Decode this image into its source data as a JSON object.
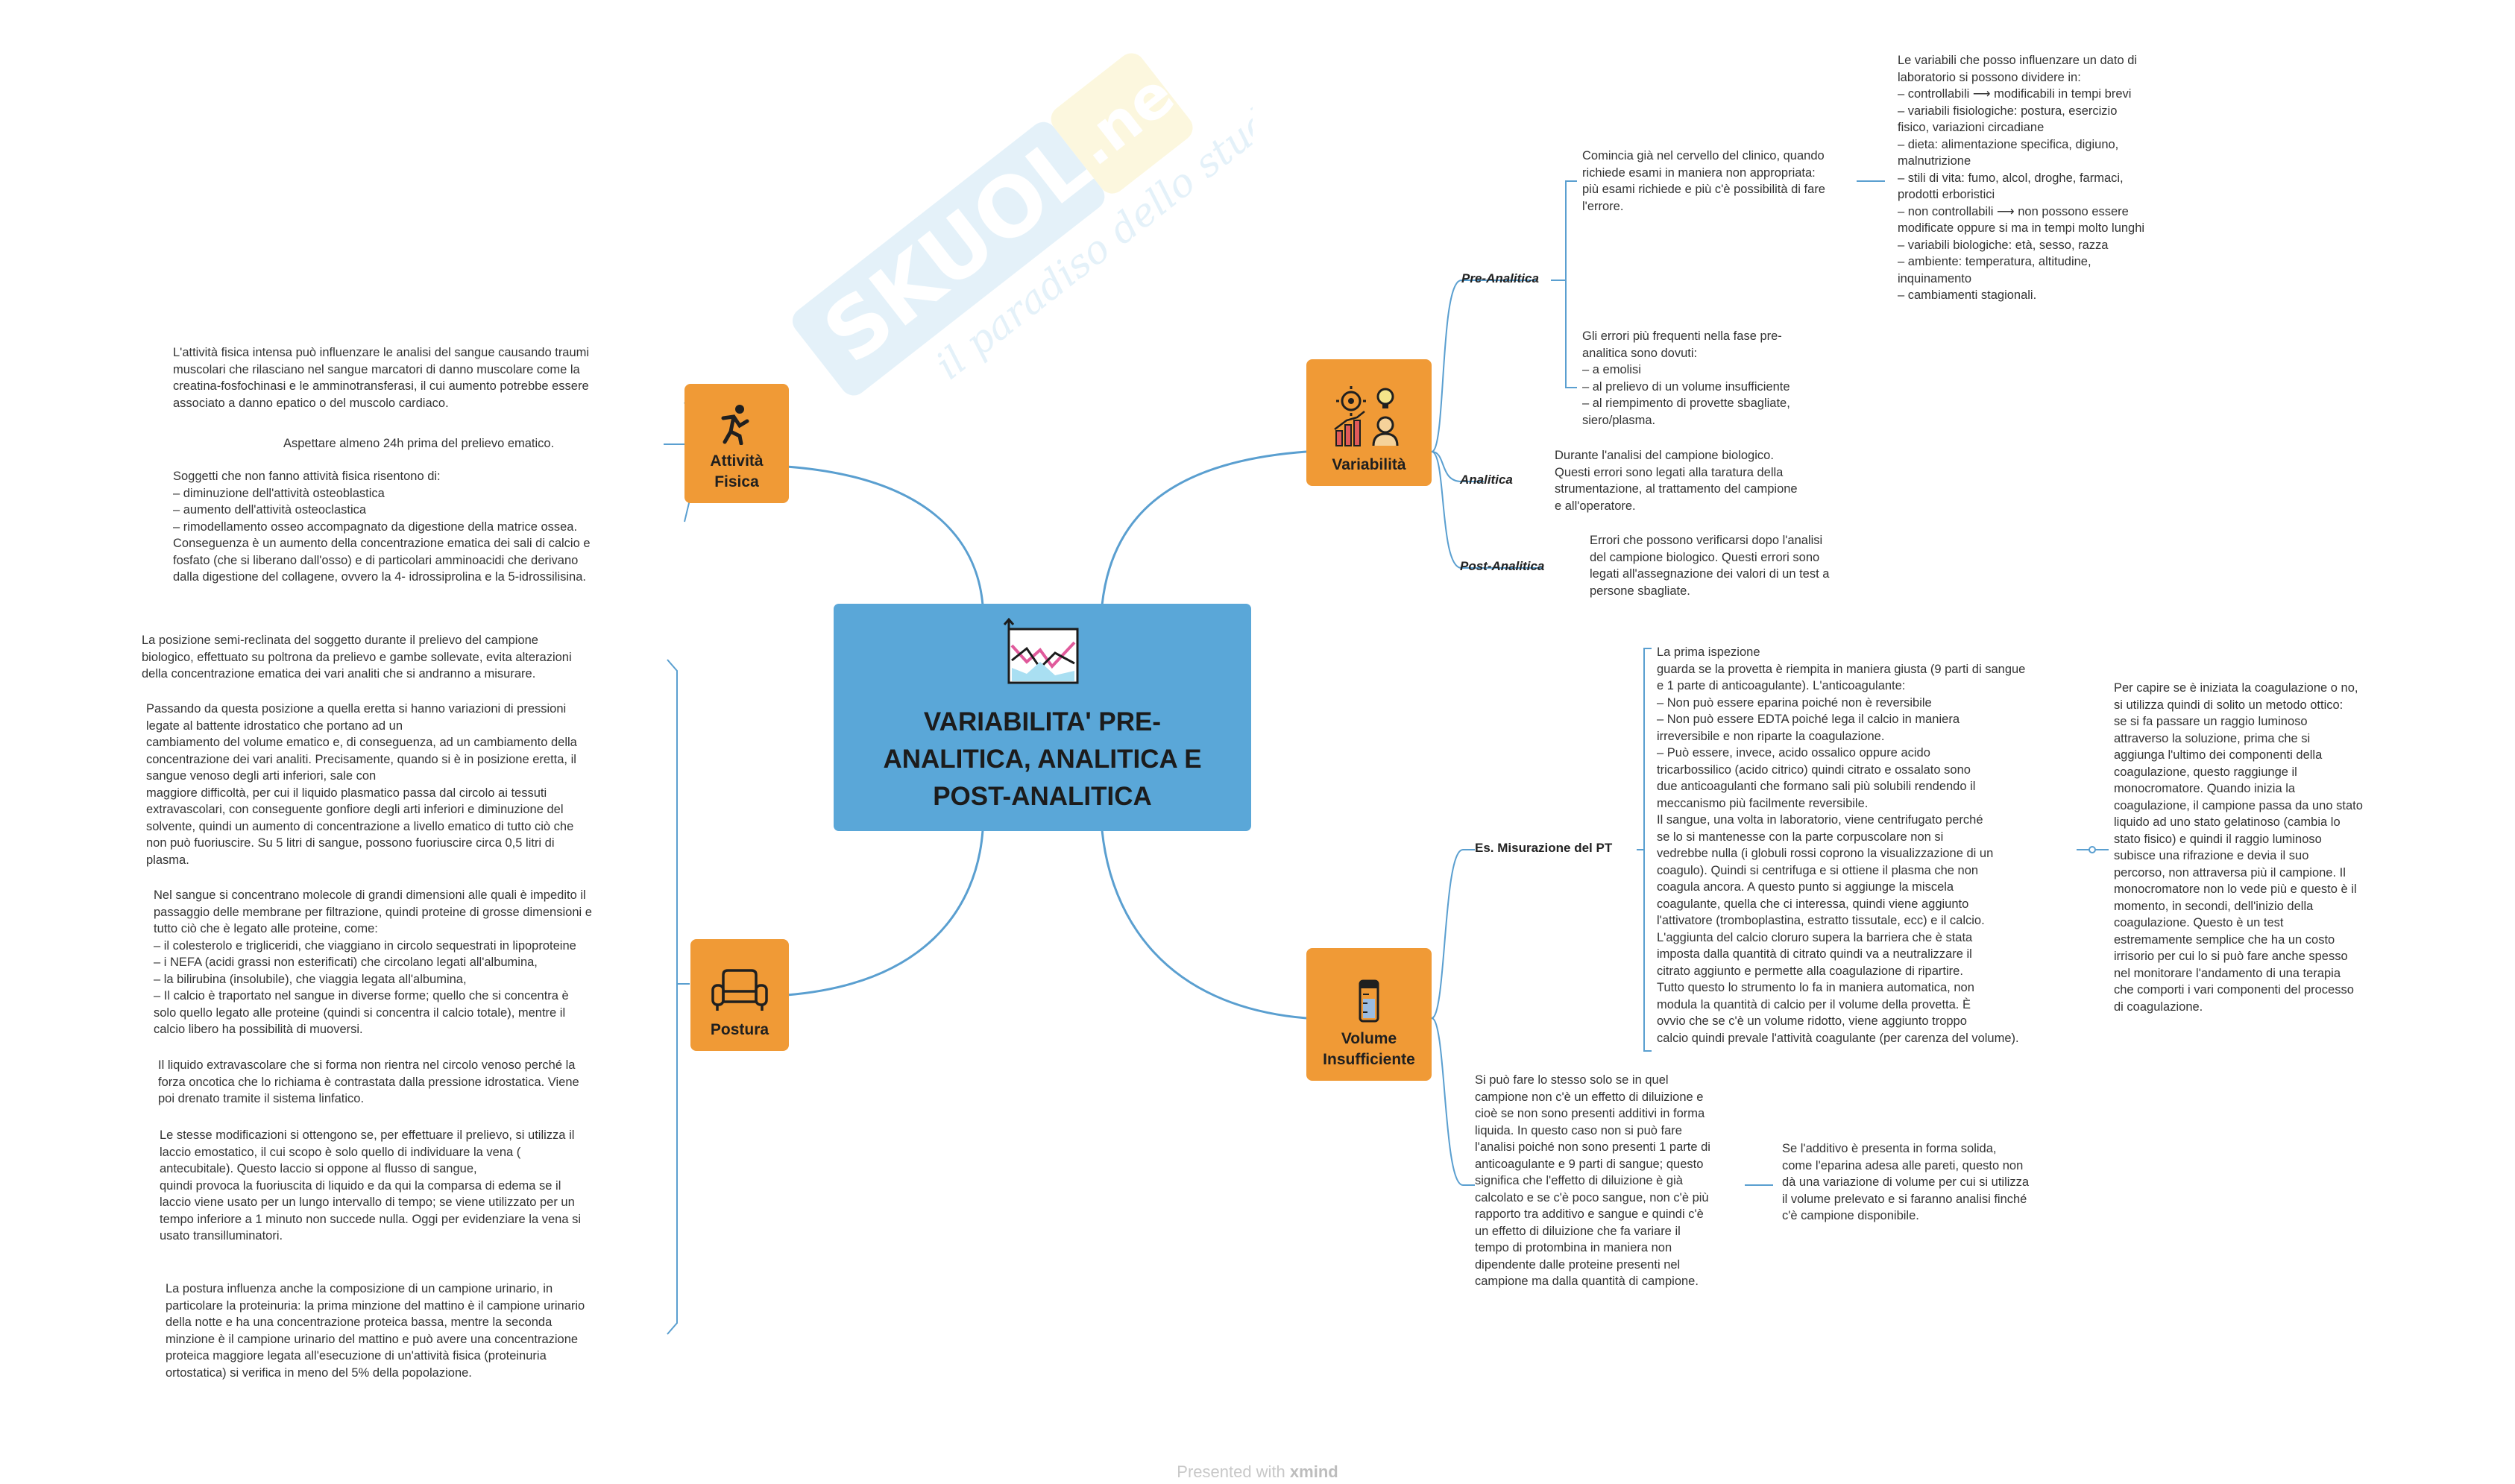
{
  "central": {
    "title": "VARIABILITA' PRE-\nANALITICA, ANALITICA E\nPOST-ANALITICA"
  },
  "topics": {
    "attivita": "Attività\nFisica",
    "postura": "Postura",
    "variabilita": "Variabilità",
    "volume": "Volume\nInsufficiente"
  },
  "attivita_texts": {
    "t1": "L'attività fisica intensa può influenzare le analisi del sangue causando traumi\nmuscolari che rilasciano nel sangue marcatori di danno muscolare come la\ncreatina-fosfochinasi e le amminotransferasi, il cui aumento potrebbe essere\nassociato a danno epatico o del muscolo cardiaco.",
    "t2": "Aspettare almeno 24h prima del prelievo ematico.",
    "t3": "Soggetti che non fanno attività fisica risentono di:\n– diminuzione dell'attività osteoblastica\n– aumento dell'attività osteoclastica\n– rimodellamento osseo accompagnato da digestione della matrice ossea.\nConseguenza è un aumento della concentrazione ematica dei sali di calcio e\nfosfato (che si liberano dall'osso) e di particolari amminoacidi che derivano\ndalla digestione del collagene, ovvero la 4- idrossiprolina e la 5-idrossilisina."
  },
  "postura_texts": {
    "t1": "La posizione semi-reclinata del soggetto durante il prelievo del campione\nbiologico, effettuato su poltrona da prelievo e gambe sollevate, evita alterazioni\ndella concentrazione ematica dei vari analiti che si andranno a misurare.",
    "t2": "Passando da questa posizione a quella eretta si hanno variazioni di pressioni\nlegate al battente idrostatico che portano ad un\ncambiamento del volume ematico e, di conseguenza, ad un cambiamento della\nconcentrazione dei vari analiti. Precisamente, quando si è in posizione eretta, il\nsangue venoso degli arti inferiori, sale con\nmaggiore difficoltà, per cui il liquido plasmatico passa dal circolo ai tessuti\nextravascolari, con conseguente gonfiore degli arti inferiori e diminuzione del\nsolvente, quindi un aumento di concentrazione a livello ematico di tutto ciò che\nnon può fuoriuscire. Su 5 litri di sangue, possono fuoriuscire circa 0,5 litri di\nplasma.",
    "t3": "Nel sangue si concentrano molecole di grandi dimensioni alle quali è impedito il\npassaggio delle membrane per filtrazione, quindi proteine di grosse dimensioni e\ntutto ciò che è legato alle proteine, come:\n– il colesterolo e trigliceridi, che viaggiano in circolo sequestrati in lipoproteine\n– i NEFA (acidi grassi non esterificati) che circolano legati all'albumina,\n– la bilirubina (insolubile), che viaggia legata all'albumina,\n– Il calcio è traportato nel sangue in diverse forme; quello che si concentra è\nsolo quello legato alle proteine (quindi si concentra il calcio totale), mentre il\ncalcio libero ha possibilità di muoversi.",
    "t4": "Il liquido extravascolare che si forma non rientra nel circolo venoso perché la\nforza oncotica che lo richiama è contrastata dalla pressione idrostatica. Viene\npoi drenato tramite il sistema linfatico.",
    "t5": "Le stesse modificazioni si ottengono se, per effettuare il prelievo, si utilizza il\nlaccio emostatico, il cui scopo è solo quello di individuare la vena (\nantecubitale). Questo laccio si oppone al flusso di sangue,\nquindi provoca la fuoriuscita di liquido e da qui la comparsa di edema se il\nlaccio viene usato per un lungo intervallo di tempo; se viene utilizzato per un\ntempo inferiore a 1 minuto non succede nulla. Oggi per evidenziare la vena si\nusato transilluminatori.",
    "t6": "La postura influenza anche la composizione di un campione urinario, in\nparticolare la proteinuria: la prima minzione del mattino è il campione urinario\ndella notte e ha una concentrazione proteica bassa, mentre la seconda\nminzione è il campione urinario del mattino e può avere una concentrazione\nproteica maggiore legata all'esecuzione di un'attività fisica (proteinuria\nortostatica) si verifica in meno del 5% della popolazione."
  },
  "variabilita": {
    "pre_label": "Pre-Analitica",
    "pre_t1": "Comincia già nel cervello del clinico, quando\nrichiede esami in maniera non appropriata:\npiù esami richiede e più c'è possibilità di fare\nl'errore.",
    "pre_t1_detail": "Le variabili che posso influenzare un dato di\nlaboratorio si possono dividere in:\n– controllabili ⟶ modificabili in tempi brevi\n– variabili fisiologiche: postura, esercizio\nfisico, variazioni circadiane\n– dieta: alimentazione specifica, digiuno,\nmalnutrizione\n– stili di vita: fumo, alcol, droghe, farmaci,\nprodotti erboristici\n– non controllabili ⟶ non possono essere\nmodificate oppure si ma in tempi molto lunghi\n– variabili biologiche: età, sesso, razza\n– ambiente: temperatura, altitudine,\ninquinamento\n– cambiamenti stagionali.",
    "pre_t2": "Gli errori più frequenti nella fase pre-\nanalitica sono dovuti:\n– a emolisi\n– al prelievo di un volume insufficiente\n– al riempimento di provette sbagliate,\nsiero/plasma.",
    "ana_label": "Analitica",
    "ana_t": "Durante l'analisi del campione biologico.\nQuesti errori sono legati alla taratura della\nstrumentazione, al trattamento del campione\ne all'operatore.",
    "post_label": "Post-Analitica",
    "post_t": "Errori che possono verificarsi dopo l'analisi\ndel campione biologico. Questi errori sono\nlegati all'assegnazione dei valori di un test a\npersone sbagliate."
  },
  "volume": {
    "es_label": "Es. Misurazione del PT",
    "es_t": "La prima ispezione\nguarda se la provetta è riempita in maniera giusta (9 parti di sangue\ne 1 parte di anticoagulante). L'anticoagulante:\n– Non può essere eparina poiché non è reversibile\n– Non può essere EDTA poiché lega il calcio in maniera\nirreversibile e non riparte la coagulazione.\n– Può essere, invece, acido ossalico oppure acido\ntricarbossilico (acido citrico) quindi citrato e ossalato sono\ndue anticoagulanti che formano sali più solubili rendendo il\nmeccanismo più facilmente reversibile.\nIl sangue, una volta in laboratorio, viene centrifugato perché\nse lo si mantenesse con la parte corpuscolare non si\nvedrebbe nulla (i globuli rossi coprono la visualizzazione di un\ncoagulo). Quindi si centrifuga e si ottiene il plasma che non\ncoagula ancora. A questo punto si aggiunge la miscela\ncoagulante, quella che ci interessa, quindi viene aggiunto\nl'attivatore (tromboplastina, estratto tissutale, ecc) e il calcio.\nL'aggiunta del calcio cloruro supera la barriera che è stata\nimposta dalla quantità di citrato quindi va a neutralizzare il\ncitrato aggiunto e permette alla coagulazione di ripartire.\nTutto questo lo strumento lo fa in maniera automatica, non\nmodula la quantità di calcio per il volume della provetta. È\novvio che se c'è un volume ridotto, viene aggiunto troppo\ncalcio quindi prevale l'attività coagulante (per carenza del volume).",
    "es_detail": "Per capire se è iniziata la coagulazione o no,\nsi utilizza quindi di solito un metodo ottico:\nse si fa passare un raggio luminoso\nattraverso la soluzione, prima che si\naggiunga l'ultimo dei componenti della\ncoagulazione, questo raggiunge il\nmonocromatore. Quando inizia la\ncoagulazione, il campione passa da uno stato\nliquido ad uno stato gelatinoso (cambia lo\nstato fisico) e quindi il raggio luminoso\nsubisce una rifrazione e devia il suo\npercorso, non attraversa più il campione. Il\nmonocromatore non lo vede più e questo è il\nmomento, in secondi, dell'inizio della\ncoagulazione. Questo è un test\nestremamente semplice che ha un costo\nirrisorio per cui lo si può fare anche spesso\nnel monitorare l'andamento di una terapia\nche comporti i vari componenti del processo\ndi coagulazione.",
    "t2": "Si può fare lo stesso solo se in quel\ncampione non c'è un effetto di diluizione e\ncioè se non sono presenti additivi in forma\nliquida. In questo caso non si può fare\nl'analisi poiché non sono presenti 1 parte di\nanticoagulante e 9 parti di sangue; questo\nsignifica che l'effetto di diluizione è già\ncalcolato e se c'è poco sangue, non c'è più\nrapporto tra additivo e sangue e quindi c'è\nun effetto di diluizione che fa variare il\ntempo di protombina in maniera non\ndipendente dalle proteine presenti nel\ncampione ma dalla quantità di campione.",
    "t2_detail": "Se l'additivo è presenta in forma solida,\ncome l'eparina adesa alle pareti, questo non\ndà una variazione di volume per cui si utilizza\nil volume prelevato e si faranno analisi finché\nc'è campione disponibile."
  },
  "footer": {
    "prefix": "Presented with",
    "brand": "xmind"
  },
  "colors": {
    "central": "#5aa7d8",
    "topic": "#f09a36",
    "line": "#5a9fd0"
  }
}
